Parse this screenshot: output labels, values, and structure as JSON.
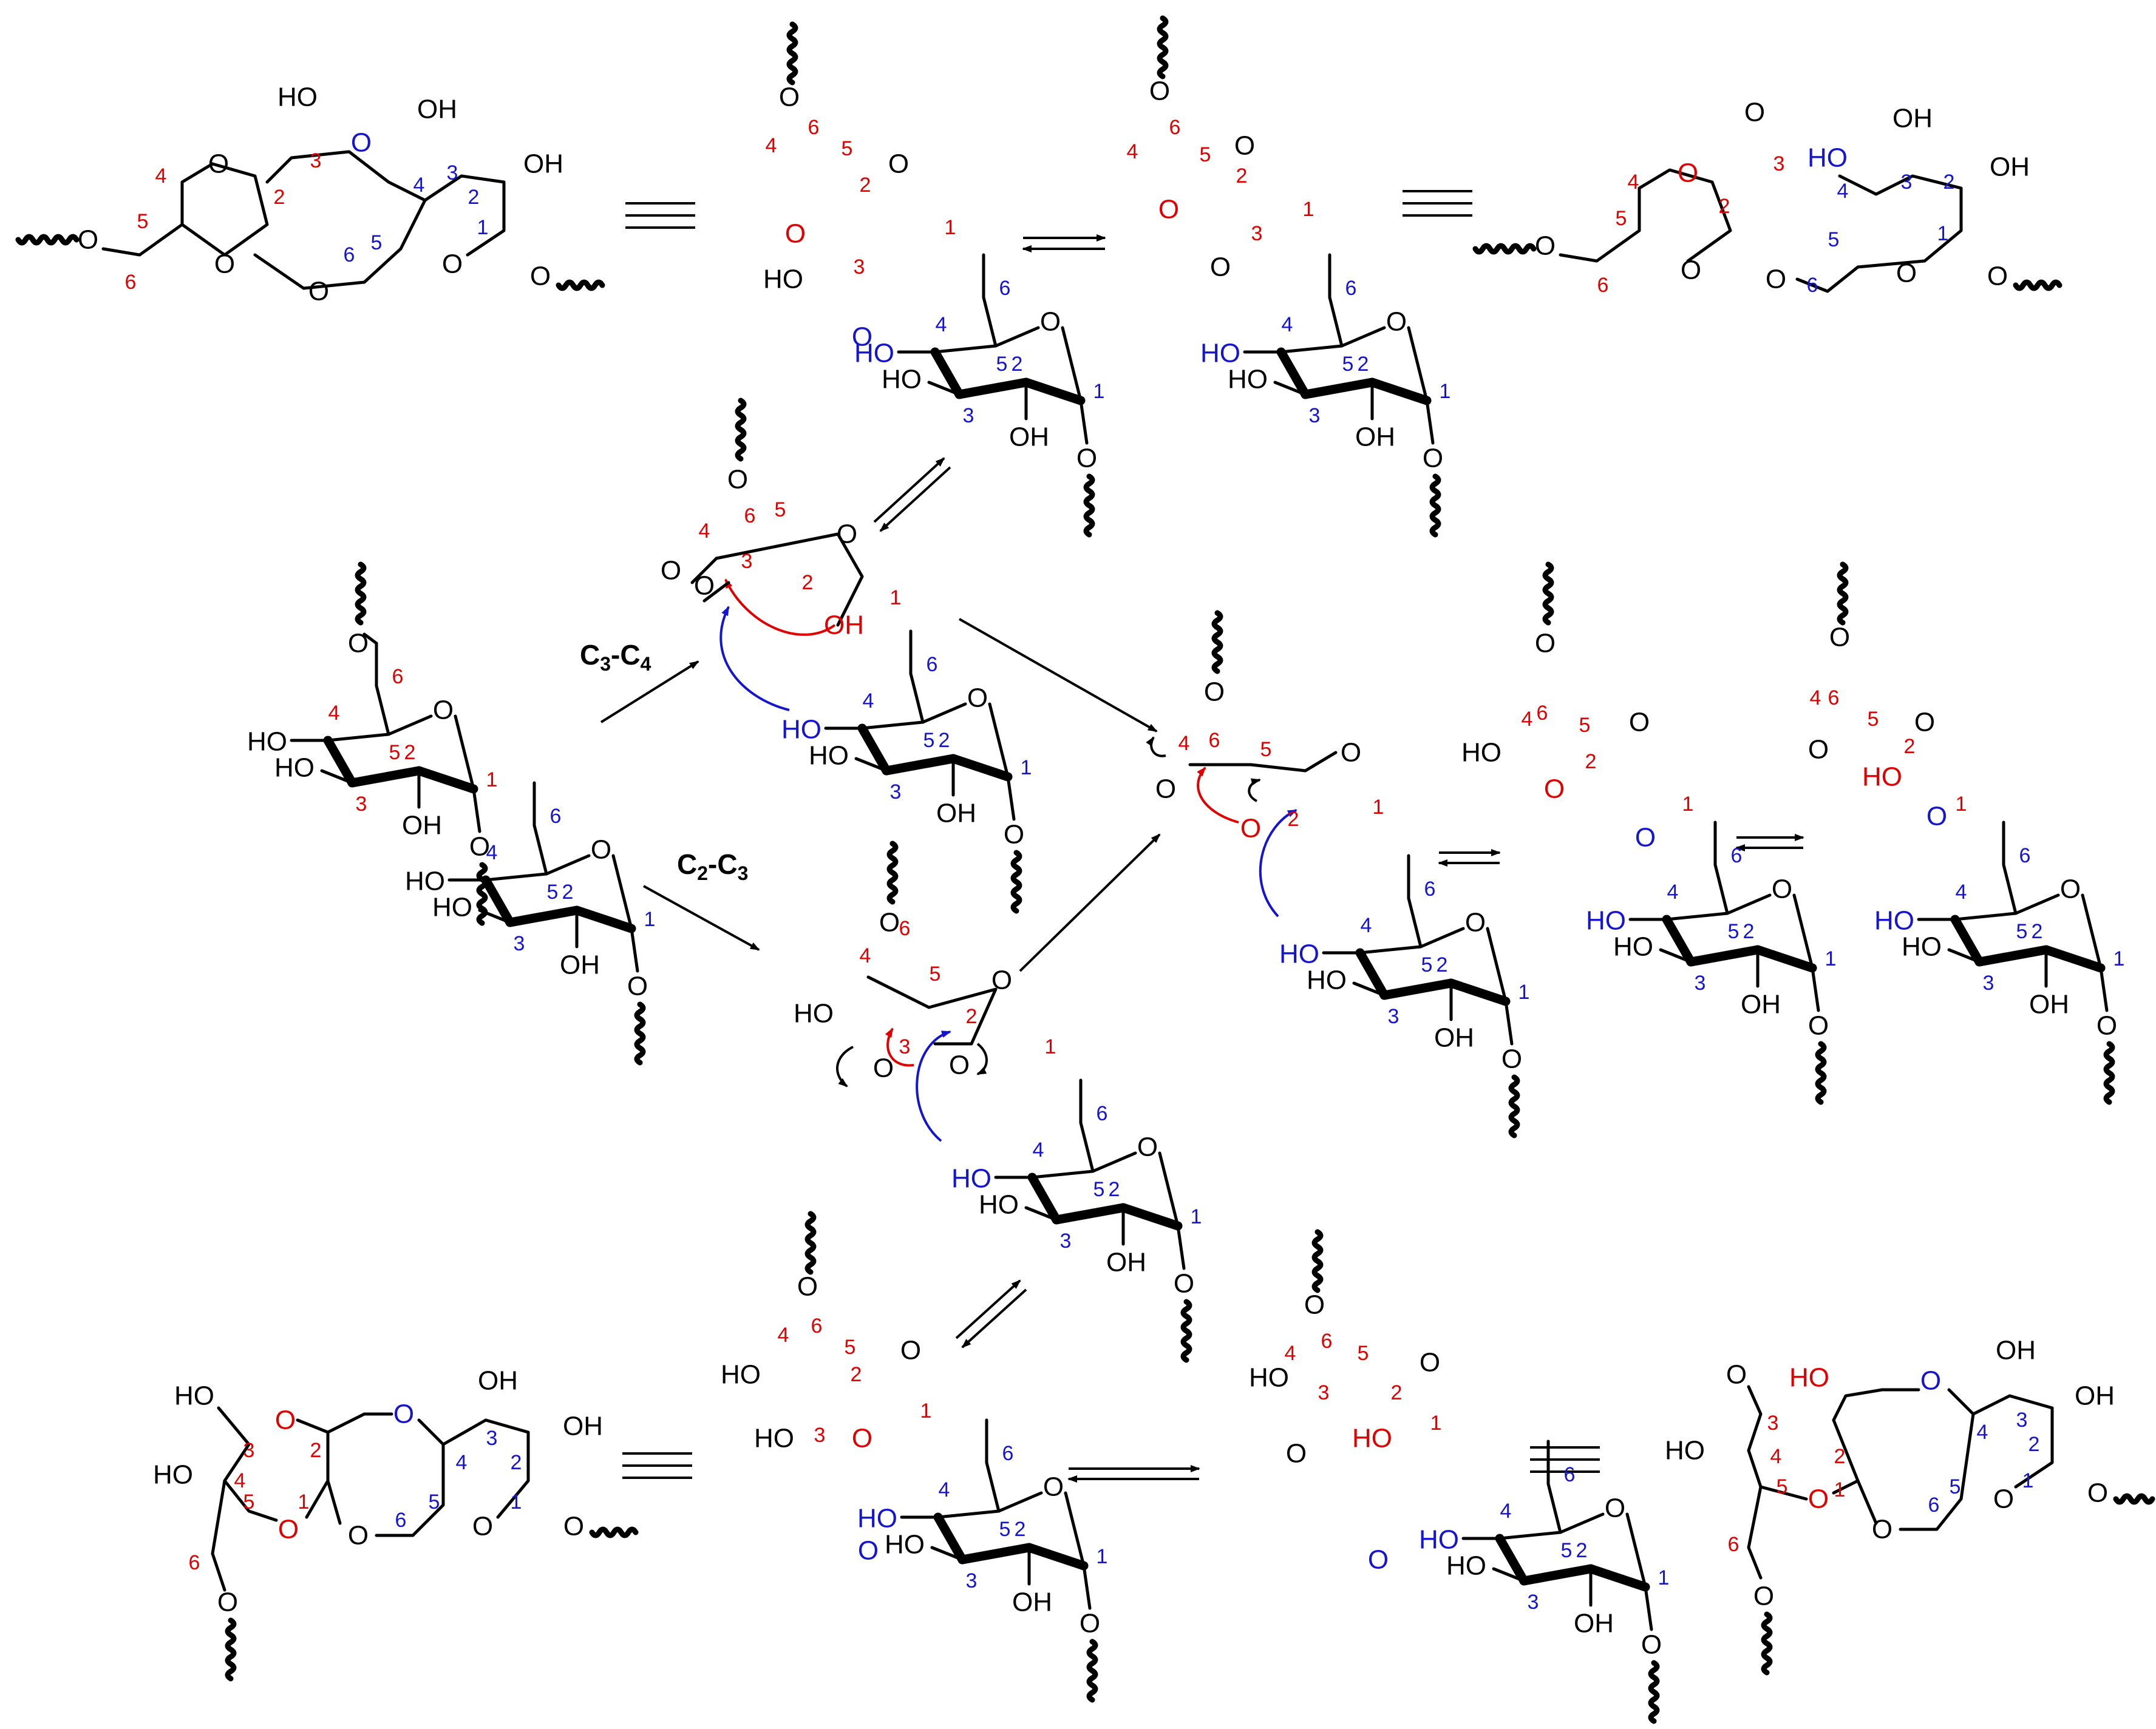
{
  "colors": {
    "ring_a": "#e00000",
    "ring_b": "#1515d0",
    "bond": "#000000"
  },
  "labels": {
    "c3c4": {
      "main": "C",
      "sub1": "3",
      "mid": "-C",
      "sub2": "4"
    },
    "c2c3": {
      "main": "C",
      "sub1": "2",
      "mid": "-C",
      "sub2": "3"
    }
  },
  "atoms": {
    "O": "O",
    "OH": "OH",
    "HO": "HO"
  },
  "locants": [
    "1",
    "2",
    "3",
    "4",
    "5",
    "6"
  ]
}
